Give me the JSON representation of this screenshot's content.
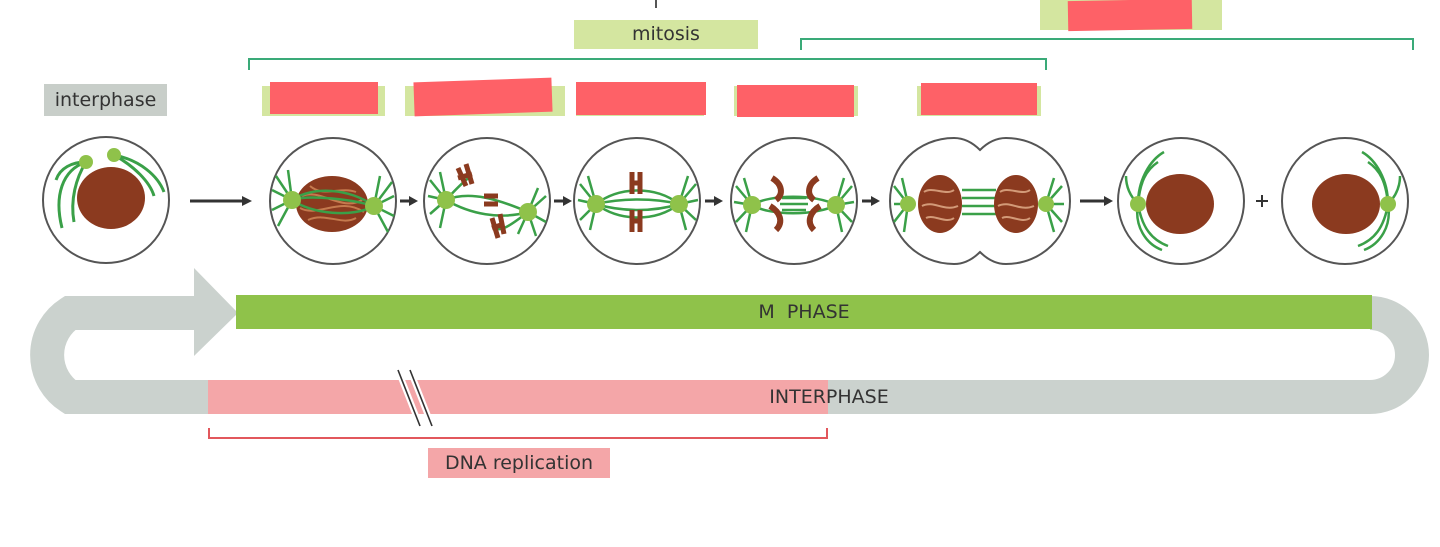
{
  "labels": {
    "mitosis": "mitosis",
    "interphase": "interphase",
    "m_phase": "M  PHASE",
    "interphase_band": "INTERPHASE",
    "dna_replication": "DNA replication"
  },
  "colors": {
    "m_phase_green": "#8fc24a",
    "interphase_gray": "#cbd2ce",
    "dna_pink": "#f4a6a8",
    "redaction_red": "#fe6167",
    "label_light_green": "#d4e6a0",
    "bracket_green": "#3aaa78",
    "bracket_red": "#e2575c",
    "cell_outline": "#555555",
    "chromatin_brown": "#8b3a1f",
    "spindle_green": "#3aa048"
  },
  "redacted_labels": 6,
  "icons": [
    "cell-interphase",
    "cell-prophase",
    "cell-prometaphase",
    "cell-metaphase",
    "cell-anaphase",
    "cell-telophase",
    "cell-daughter-left",
    "cell-daughter-right",
    "arrow-right-icon",
    "plus-icon"
  ]
}
